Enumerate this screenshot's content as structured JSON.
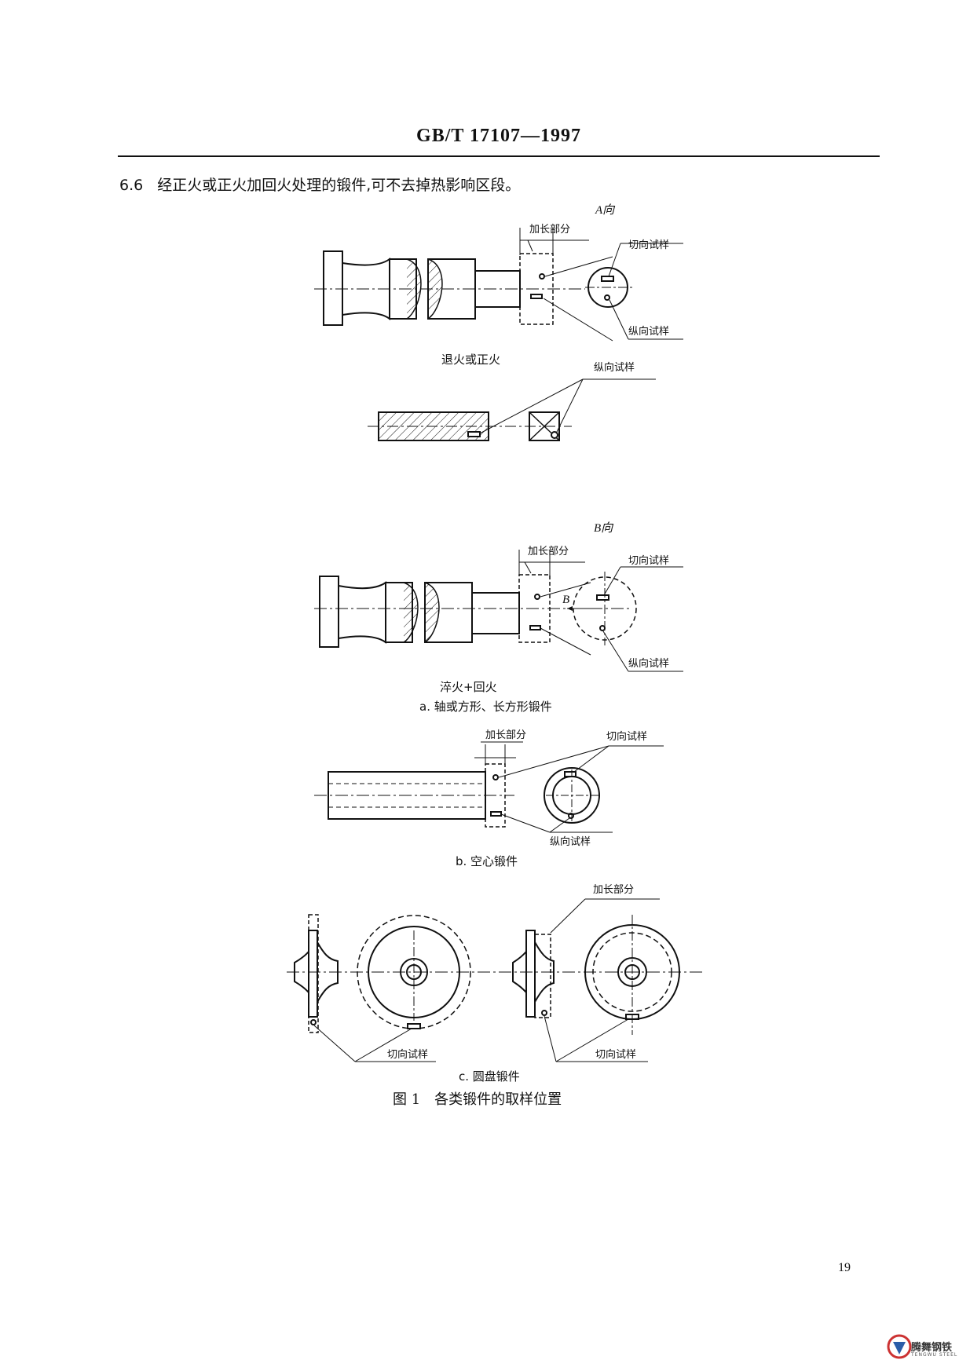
{
  "header": {
    "standard_number": "GB/T 17107—1997"
  },
  "clause": {
    "number": "6.6",
    "text": "经正火或正火加回火处理的锻件,可不去掉热影响区段。"
  },
  "labels": {
    "extension": "加长部分",
    "tangential_sample": "切向试样",
    "longitudinal_sample": "纵向试样",
    "view_a": "A向",
    "view_b": "B向",
    "arrow_b": "B"
  },
  "captions": {
    "annealing": "退火或正火",
    "quench_temper": "淬火+回火",
    "sub_a": "a. 轴或方形、长方形锻件",
    "sub_b": "b. 空心锻件",
    "sub_c": "c. 圆盘锻件",
    "figure": "图 1　各类锻件的取样位置"
  },
  "page": {
    "number": "19"
  },
  "logo": {
    "name": "腾舞钢铁",
    "subtitle": "TENGWU STEEL",
    "icon": "tengwu-logo-icon"
  }
}
